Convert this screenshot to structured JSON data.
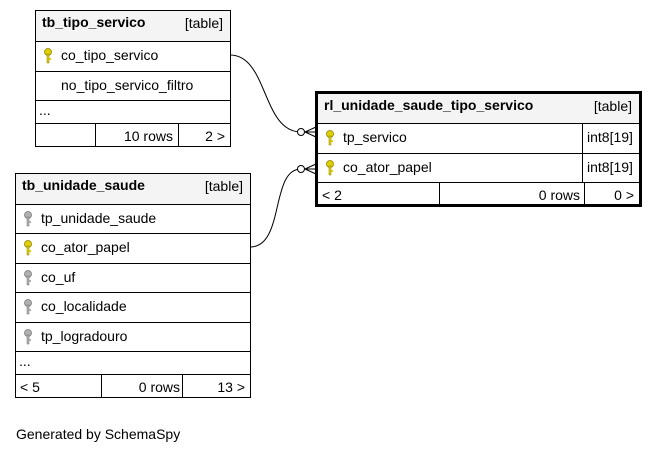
{
  "tables": {
    "tipo_servico": {
      "name": "tb_tipo_servico",
      "type": "[table]",
      "columns": [
        {
          "name": "co_tipo_servico",
          "key": "primary"
        },
        {
          "name": "no_tipo_servico_filtro",
          "key": "none"
        }
      ],
      "ellipsis": "...",
      "footer": {
        "parents": "",
        "rows": "10 rows",
        "children": "2 >"
      }
    },
    "unidade_saude": {
      "name": "tb_unidade_saude",
      "type": "[table]",
      "columns": [
        {
          "name": "tp_unidade_saude",
          "key": "foreign"
        },
        {
          "name": "co_ator_papel",
          "key": "primary"
        },
        {
          "name": "co_uf",
          "key": "foreign"
        },
        {
          "name": "co_localidade",
          "key": "foreign"
        },
        {
          "name": "tp_logradouro",
          "key": "foreign"
        }
      ],
      "ellipsis": "...",
      "footer": {
        "parents": "< 5",
        "rows": "0 rows",
        "children": "13 >"
      }
    },
    "rl_unidade": {
      "name": "rl_unidade_saude_tipo_servico",
      "type": "[table]",
      "columns": [
        {
          "name": "tp_servico",
          "key": "primary",
          "datatype": "int8[19]"
        },
        {
          "name": "co_ator_papel",
          "key": "primary",
          "datatype": "int8[19]"
        }
      ],
      "footer": {
        "parents": "< 2",
        "rows": "0 rows",
        "children": "0 >"
      }
    }
  },
  "footer_text": "Generated by SchemaSpy",
  "colors": {
    "primary_key": "#e0d000",
    "foreign_key": "#a8a8a8",
    "header_bg": "#f4f4f4"
  }
}
